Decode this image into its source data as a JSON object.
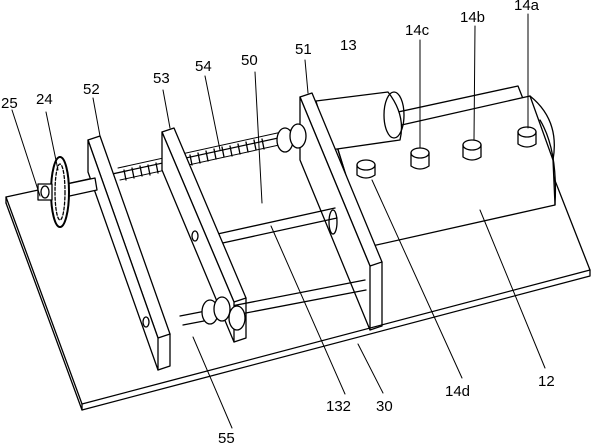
{
  "figure": {
    "labels": [
      {
        "key": "25",
        "text": "25"
      },
      {
        "key": "24",
        "text": "24"
      },
      {
        "key": "52",
        "text": "52"
      },
      {
        "key": "53",
        "text": "53"
      },
      {
        "key": "54",
        "text": "54"
      },
      {
        "key": "50",
        "text": "50"
      },
      {
        "key": "51",
        "text": "51"
      },
      {
        "key": "13",
        "text": "13"
      },
      {
        "key": "14c",
        "text": "14c"
      },
      {
        "key": "14b",
        "text": "14b"
      },
      {
        "key": "14a",
        "text": "14a"
      },
      {
        "key": "132",
        "text": "132"
      },
      {
        "key": "30",
        "text": "30"
      },
      {
        "key": "14d",
        "text": "14d"
      },
      {
        "key": "12",
        "text": "12"
      },
      {
        "key": "55",
        "text": "55"
      }
    ]
  }
}
